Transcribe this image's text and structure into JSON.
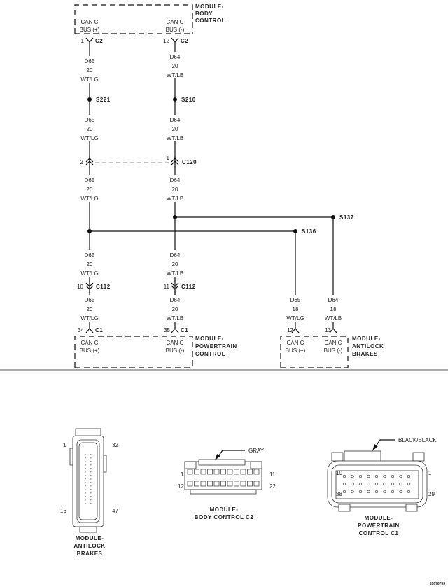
{
  "modules": {
    "body_control": {
      "line1": "MODULE-",
      "line2": "BODY",
      "line3": "CONTROL",
      "pin_left_label1": "CAN C",
      "pin_left_label2": "BUS (+)",
      "pin_right_label1": "CAN C",
      "pin_right_label2": "BUS (-)",
      "connector": "C2",
      "pin_left": "1",
      "pin_right": "12"
    },
    "powertrain_control": {
      "line1": "MODULE-",
      "line2": "POWERTRAIN",
      "line3": "CONTROL",
      "pin_left_label1": "CAN C",
      "pin_left_label2": "BUS (+)",
      "pin_right_label1": "CAN C",
      "pin_right_label2": "BUS (-)",
      "connector": "C1",
      "pin_left": "34",
      "pin_right": "35"
    },
    "antilock_brakes": {
      "line1": "MODULE-",
      "line2": "ANTILOCK",
      "line3": "BRAKES",
      "pin_left_label1": "CAN C",
      "pin_left_label2": "BUS (+)",
      "pin_right_label1": "CAN C",
      "pin_right_label2": "BUS (-)",
      "pin_left": "12",
      "pin_right": "13"
    }
  },
  "wires": {
    "d65_20": {
      "circuit": "D65",
      "gauge": "20",
      "color": "WT/LG"
    },
    "d64_20": {
      "circuit": "D64",
      "gauge": "20",
      "color": "WT/LB"
    },
    "d65_18": {
      "circuit": "D65",
      "gauge": "18",
      "color": "WT/LG"
    },
    "d64_18": {
      "circuit": "D64",
      "gauge": "18",
      "color": "WT/LB"
    }
  },
  "splices": {
    "s221": "S221",
    "s210": "S210",
    "s137": "S137",
    "s136": "S136"
  },
  "connectors": {
    "c120": {
      "name": "C120",
      "pin_left": "2",
      "pin_right": "1"
    },
    "c112": {
      "name": "C112",
      "pin_left": "10",
      "pin_right": "11"
    }
  },
  "connector_views": {
    "abs": {
      "line1": "MODULE-",
      "line2": "ANTILOCK",
      "line3": "BRAKES",
      "pin_tl": "1",
      "pin_tr": "32",
      "pin_bl": "16",
      "pin_br": "47"
    },
    "bcm_c2": {
      "line1": "MODULE-",
      "line2": "BODY CONTROL C2",
      "color": "GRAY",
      "pin_tl": "1",
      "pin_bl": "12",
      "pin_tr": "11",
      "pin_br": "22"
    },
    "pcm_c1": {
      "line1": "MODULE-",
      "line2": "POWERTRAIN",
      "line3": "CONTROL C1",
      "color": "BLACK/BLACK",
      "pin_tl": "10",
      "pin_tr": "1",
      "pin_bl": "38",
      "pin_br": "29"
    }
  },
  "figure_id": "81676753"
}
